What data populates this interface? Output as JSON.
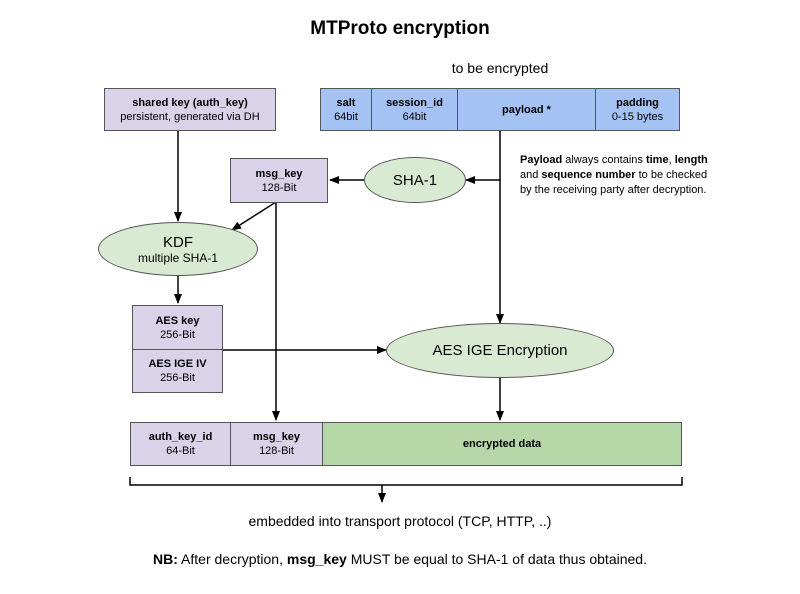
{
  "title": "MTProto encryption",
  "to_be_encrypted": "to be encrypted",
  "top_fields": [
    {
      "name": "salt",
      "sub": "64bit"
    },
    {
      "name": "session_id",
      "sub": "64bit"
    },
    {
      "name": "payload *",
      "sub": ""
    },
    {
      "name": "padding",
      "sub": "0-15 bytes"
    }
  ],
  "shared_key": {
    "name": "shared key (auth_key)",
    "sub": "persistent, generated via DH"
  },
  "msg_key_top": {
    "name": "msg_key",
    "sub": "128-Bit"
  },
  "sha1": "SHA-1",
  "kdf": {
    "name": "KDF",
    "sub": "multiple SHA-1"
  },
  "aes_key": {
    "name": "AES key",
    "sub": "256-Bit"
  },
  "aes_iv": {
    "name": "AES IGE IV",
    "sub": "256-Bit"
  },
  "aes_enc": "AES IGE Encryption",
  "bottom_fields": [
    {
      "name": "auth_key_id",
      "sub": "64-Bit"
    },
    {
      "name": "msg_key",
      "sub": "128-Bit"
    },
    {
      "name": "encrypted data",
      "sub": ""
    }
  ],
  "note": {
    "p1": "Payload",
    "p2": " always contains ",
    "p3": "time",
    "p4": ", ",
    "p5": "length",
    "p6": " and ",
    "p7": "sequence number",
    "p8": " to be checked by the receiving party after decryption."
  },
  "embedded": "embedded into transport protocol (TCP, HTTP, ..)",
  "nb": {
    "a": "NB:",
    "b": " After decryption, ",
    "c": "msg_key",
    "d": " MUST be equal to SHA-1 of data thus obtained."
  },
  "colors": {
    "blue": "#a4c2f4",
    "purple": "#d9d2e9",
    "green_box": "#b6d7a8",
    "green_ellipse": "#d9ead3"
  }
}
